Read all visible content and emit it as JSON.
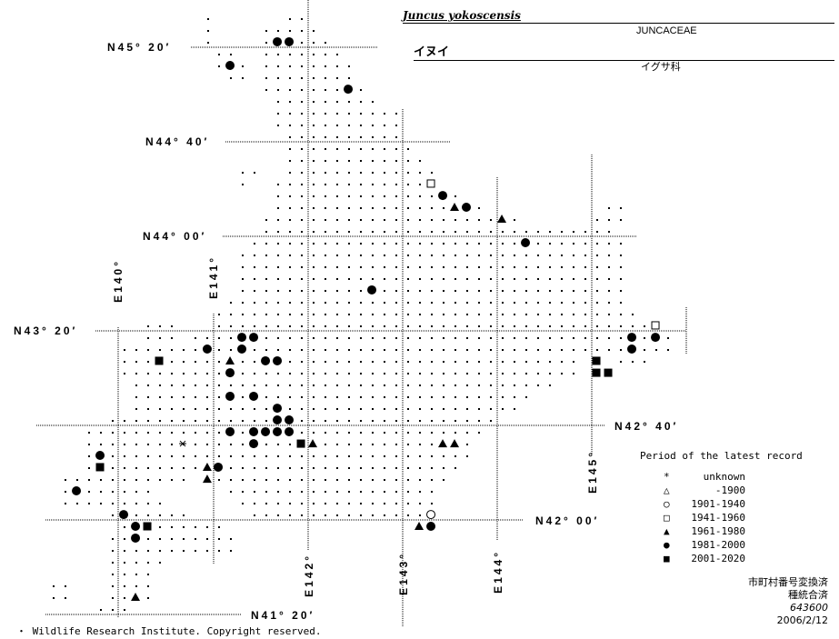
{
  "header": {
    "scientific_name": "Juncus yokoscensis",
    "family_latin": "JUNCACEAE",
    "japanese_name": "イヌイ",
    "family_japanese": "イグサ科"
  },
  "latitude_labels": [
    "N45° 20′",
    "N44° 40′",
    "N44° 00′",
    "N43° 20′",
    "N42° 40′",
    "N42° 00′",
    "N41° 20′"
  ],
  "longitude_labels": [
    "E140°",
    "E141°",
    "E142°",
    "E143°",
    "E144°",
    "E145°"
  ],
  "legend": {
    "title": "Period of the latest record",
    "items": [
      {
        "symbol": "asterisk",
        "glyph": "*",
        "label": "unknown"
      },
      {
        "symbol": "open-triangle",
        "glyph": "△",
        "label": "-1900"
      },
      {
        "symbol": "open-circle",
        "glyph": "○",
        "label": "1901-1940"
      },
      {
        "symbol": "open-square",
        "glyph": "□",
        "label": "1941-1960"
      },
      {
        "symbol": "filled-triangle",
        "glyph": "▲",
        "label": "1961-1980"
      },
      {
        "symbol": "filled-circle",
        "glyph": "●",
        "label": "1981-2000"
      },
      {
        "symbol": "filled-square",
        "glyph": "■",
        "label": "2001-2020"
      }
    ]
  },
  "notes": {
    "line1": "市町村番号変換済",
    "line2": "種統合済",
    "code": "643600",
    "date": "2006/2/12"
  },
  "copyright": "・ Wildlife Research Institute. Copyright reserved.",
  "records": [
    {
      "lon": 141.683,
      "lat": 45.372,
      "symbol": "filled-circle"
    },
    {
      "lon": 141.808,
      "lat": 45.372,
      "symbol": "filled-circle"
    },
    {
      "lon": 141.183,
      "lat": 45.205,
      "symbol": "filled-circle"
    },
    {
      "lon": 142.433,
      "lat": 45.038,
      "symbol": "filled-circle"
    },
    {
      "lon": 143.308,
      "lat": 44.372,
      "symbol": "open-square"
    },
    {
      "lon": 143.433,
      "lat": 44.288,
      "symbol": "filled-circle"
    },
    {
      "lon": 143.558,
      "lat": 44.205,
      "symbol": "filled-triangle"
    },
    {
      "lon": 143.683,
      "lat": 44.205,
      "symbol": "filled-circle"
    },
    {
      "lon": 144.058,
      "lat": 44.122,
      "symbol": "filled-triangle"
    },
    {
      "lon": 144.308,
      "lat": 43.955,
      "symbol": "filled-circle"
    },
    {
      "lon": 142.683,
      "lat": 43.622,
      "symbol": "filled-circle"
    },
    {
      "lon": 145.683,
      "lat": 43.372,
      "symbol": "open-square"
    },
    {
      "lon": 141.308,
      "lat": 43.288,
      "symbol": "filled-circle"
    },
    {
      "lon": 141.433,
      "lat": 43.288,
      "symbol": "filled-circle"
    },
    {
      "lon": 145.433,
      "lat": 43.288,
      "symbol": "filled-circle"
    },
    {
      "lon": 145.683,
      "lat": 43.288,
      "symbol": "filled-circle"
    },
    {
      "lon": 140.942,
      "lat": 43.205,
      "symbol": "filled-circle"
    },
    {
      "lon": 141.308,
      "lat": 43.205,
      "symbol": "filled-circle"
    },
    {
      "lon": 145.433,
      "lat": 43.205,
      "symbol": "filled-circle"
    },
    {
      "lon": 140.433,
      "lat": 43.122,
      "symbol": "filled-square"
    },
    {
      "lon": 141.183,
      "lat": 43.122,
      "symbol": "filled-triangle"
    },
    {
      "lon": 141.558,
      "lat": 43.122,
      "symbol": "filled-circle"
    },
    {
      "lon": 141.683,
      "lat": 43.122,
      "symbol": "filled-circle"
    },
    {
      "lon": 145.058,
      "lat": 43.122,
      "symbol": "filled-square"
    },
    {
      "lon": 141.183,
      "lat": 43.038,
      "symbol": "filled-circle"
    },
    {
      "lon": 145.058,
      "lat": 43.038,
      "symbol": "filled-square"
    },
    {
      "lon": 145.183,
      "lat": 43.038,
      "symbol": "filled-square"
    },
    {
      "lon": 141.183,
      "lat": 42.872,
      "symbol": "filled-circle"
    },
    {
      "lon": 141.433,
      "lat": 42.872,
      "symbol": "filled-circle"
    },
    {
      "lon": 141.683,
      "lat": 42.788,
      "symbol": "filled-circle"
    },
    {
      "lon": 141.683,
      "lat": 42.705,
      "symbol": "filled-circle"
    },
    {
      "lon": 141.808,
      "lat": 42.705,
      "symbol": "filled-circle"
    },
    {
      "lon": 141.183,
      "lat": 42.622,
      "symbol": "filled-circle"
    },
    {
      "lon": 141.433,
      "lat": 42.622,
      "symbol": "filled-circle"
    },
    {
      "lon": 141.558,
      "lat": 42.622,
      "symbol": "filled-circle"
    },
    {
      "lon": 141.683,
      "lat": 42.622,
      "symbol": "filled-circle"
    },
    {
      "lon": 141.808,
      "lat": 42.622,
      "symbol": "filled-circle"
    },
    {
      "lon": 140.683,
      "lat": 42.538,
      "symbol": "asterisk"
    },
    {
      "lon": 141.433,
      "lat": 42.538,
      "symbol": "filled-circle"
    },
    {
      "lon": 141.933,
      "lat": 42.538,
      "symbol": "filled-square"
    },
    {
      "lon": 142.058,
      "lat": 42.538,
      "symbol": "filled-triangle"
    },
    {
      "lon": 143.433,
      "lat": 42.538,
      "symbol": "filled-triangle"
    },
    {
      "lon": 143.558,
      "lat": 42.538,
      "symbol": "filled-triangle"
    },
    {
      "lon": 139.808,
      "lat": 42.455,
      "symbol": "filled-circle"
    },
    {
      "lon": 139.808,
      "lat": 42.372,
      "symbol": "filled-square"
    },
    {
      "lon": 140.942,
      "lat": 42.372,
      "symbol": "filled-triangle"
    },
    {
      "lon": 141.058,
      "lat": 42.372,
      "symbol": "filled-circle"
    },
    {
      "lon": 140.942,
      "lat": 42.288,
      "symbol": "filled-triangle"
    },
    {
      "lon": 139.558,
      "lat": 42.205,
      "symbol": "filled-circle"
    },
    {
      "lon": 140.058,
      "lat": 42.038,
      "symbol": "filled-circle"
    },
    {
      "lon": 143.308,
      "lat": 42.038,
      "symbol": "open-circle"
    },
    {
      "lon": 140.183,
      "lat": 41.955,
      "symbol": "filled-circle"
    },
    {
      "lon": 140.308,
      "lat": 41.955,
      "symbol": "filled-square"
    },
    {
      "lon": 143.183,
      "lat": 41.955,
      "symbol": "filled-triangle"
    },
    {
      "lon": 143.308,
      "lat": 41.955,
      "symbol": "filled-circle"
    },
    {
      "lon": 140.183,
      "lat": 41.872,
      "symbol": "filled-circle"
    },
    {
      "lon": 140.183,
      "lat": 41.455,
      "symbol": "filled-triangle"
    }
  ]
}
